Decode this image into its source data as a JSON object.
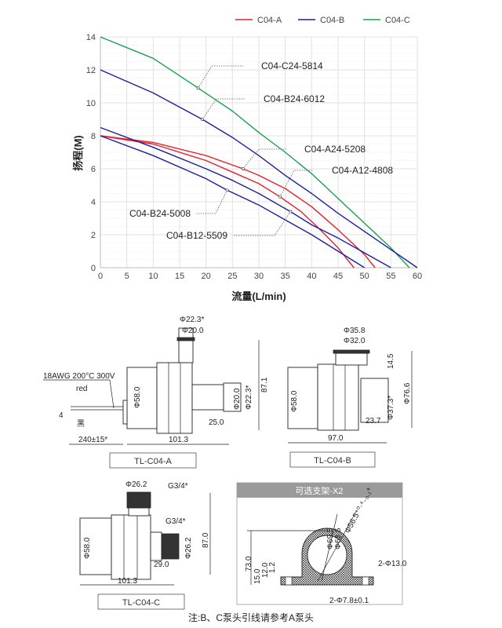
{
  "chart_data": {
    "type": "line",
    "xlabel": "流量(L/min)",
    "ylabel": "扬程(M)",
    "xlim": [
      0,
      60
    ],
    "ylim": [
      0,
      14
    ],
    "xticks": [
      0,
      5,
      10,
      15,
      20,
      25,
      30,
      35,
      40,
      45,
      50,
      55,
      60
    ],
    "yticks": [
      0,
      2,
      4,
      6,
      8,
      10,
      12,
      14
    ],
    "grid": true,
    "legend_position": "top-right",
    "legend": [
      {
        "name": "C04-A",
        "color": "#e8202a"
      },
      {
        "name": "C04-B",
        "color": "#1c1f9e"
      },
      {
        "name": "C04-C",
        "color": "#17a050"
      }
    ],
    "series": [
      {
        "name": "C04-C24-5814",
        "group": "C04-C",
        "color": "#17a050",
        "marker": [
          18.5,
          10.9
        ],
        "points": [
          [
            0,
            14
          ],
          [
            10,
            12.7
          ],
          [
            18.5,
            10.9
          ],
          [
            25,
            9.5
          ],
          [
            30,
            8.2
          ],
          [
            35,
            7.0
          ],
          [
            40,
            5.7
          ],
          [
            45,
            4.2
          ],
          [
            50,
            2.7
          ],
          [
            55,
            1.2
          ],
          [
            58.5,
            0
          ]
        ]
      },
      {
        "name": "C04-B24-6012",
        "group": "C04-B",
        "color": "#1c1f9e",
        "marker": [
          19.3,
          9.0
        ],
        "points": [
          [
            0,
            12
          ],
          [
            10,
            10.6
          ],
          [
            19.3,
            9.0
          ],
          [
            25,
            7.9
          ],
          [
            30,
            6.8
          ],
          [
            35,
            5.6
          ],
          [
            40,
            4.5
          ],
          [
            45,
            3.3
          ],
          [
            50,
            2.2
          ],
          [
            55,
            1.1
          ],
          [
            60,
            0
          ]
        ]
      },
      {
        "name": "C04-A24-5208",
        "group": "C04-A",
        "color": "#e8202a",
        "marker": [
          27,
          6.0
        ],
        "points": [
          [
            0,
            8
          ],
          [
            10,
            7.6
          ],
          [
            20,
            6.8
          ],
          [
            27,
            6.0
          ],
          [
            30,
            5.6
          ],
          [
            35,
            4.8
          ],
          [
            40,
            3.7
          ],
          [
            45,
            2.3
          ],
          [
            50,
            0.8
          ],
          [
            52,
            0
          ]
        ]
      },
      {
        "name": "C04-A12-4808",
        "group": "C04-A",
        "color": "#e8202a",
        "marker": [
          34,
          4.3
        ],
        "points": [
          [
            0,
            8
          ],
          [
            10,
            7.5
          ],
          [
            20,
            6.5
          ],
          [
            25,
            5.8
          ],
          [
            30,
            5.1
          ],
          [
            34,
            4.3
          ],
          [
            38,
            3.4
          ],
          [
            41,
            2.5
          ],
          [
            45,
            1.2
          ],
          [
            48,
            0
          ]
        ]
      },
      {
        "name": "C04-B24-5008",
        "group": "C04-B",
        "color": "#1c1f9e",
        "marker": [
          24,
          4.7
        ],
        "points": [
          [
            0,
            8
          ],
          [
            10,
            6.8
          ],
          [
            20,
            5.4
          ],
          [
            24,
            4.7
          ],
          [
            30,
            3.8
          ],
          [
            35,
            2.9
          ],
          [
            40,
            2.0
          ],
          [
            45,
            1.0
          ],
          [
            50,
            0
          ]
        ]
      },
      {
        "name": "C04-B12-5509",
        "group": "C04-B",
        "color": "#1c1f9e",
        "marker": [
          36,
          3.4
        ],
        "points": [
          [
            0,
            8.5
          ],
          [
            10,
            7.3
          ],
          [
            20,
            6.0
          ],
          [
            25,
            5.3
          ],
          [
            30,
            4.5
          ],
          [
            36,
            3.4
          ],
          [
            40,
            2.6
          ],
          [
            45,
            1.8
          ],
          [
            50,
            0.9
          ],
          [
            55,
            0
          ]
        ]
      }
    ]
  },
  "drawings": {
    "a": {
      "label": "TL-C04-A",
      "wire_spec": "18AWG 200°C 300V",
      "wire_red": "red",
      "wire_black": "黑",
      "strip": "4",
      "wire_len": "240±15*",
      "length": "101.3",
      "dia_body": "Φ58.0",
      "top_outer": "Φ22.3*",
      "top_inner": "Φ20.0",
      "side_inner": "Φ20.0",
      "side_outer": "Φ22.3*",
      "height": "87.1",
      "side_len": "25.0"
    },
    "b": {
      "label": "TL-C04-B",
      "top_outer": "Φ35.8",
      "top_inner": "Φ32.0",
      "top_h": "14.5",
      "dia_body": "Φ58.0",
      "side_dia": "Φ37.3*",
      "height": "Φ76.6",
      "side_len": "23.7",
      "length": "97.0"
    },
    "c": {
      "label": "TL-C04-C",
      "top_dia": "Φ26.2",
      "top_thread": "G3/4*",
      "side_thread": "G3/4*",
      "dia_body": "Φ58.0",
      "side_dia": "Φ26.2",
      "height": "87.0",
      "side_len": "29.0",
      "length": "101.3"
    },
    "bracket": {
      "title": "可选支架-X2",
      "d1": "Φ69.5",
      "d2": "Φ63.5",
      "d3": "Φ56.5⁺⁰·⁴₋₀.₁*",
      "h_total": "73.0",
      "h_base": "15.0",
      "h_mid": "12.0",
      "h_small": "1.2",
      "hole_big": "2-Φ13.0",
      "hole_small": "2-Φ7.8±0.1"
    }
  },
  "footnote": "注:B、C泵头引线请参考A泵头"
}
